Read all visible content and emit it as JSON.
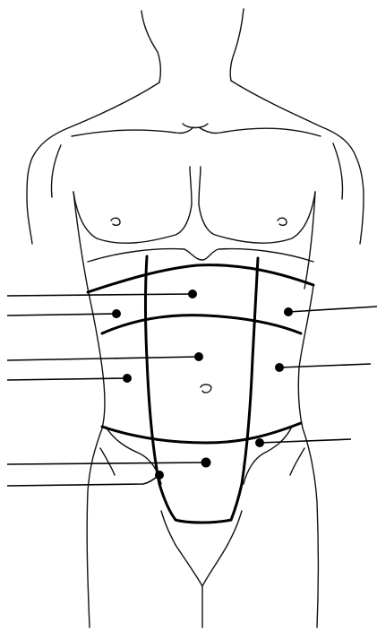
{
  "figure": {
    "description_visible_text": "",
    "pointers": [
      {
        "id": "epigastric",
        "side": "left"
      },
      {
        "id": "left-hypochondriac",
        "side": "left"
      },
      {
        "id": "right-hypochondriac",
        "side": "right"
      },
      {
        "id": "umbilical",
        "side": "left"
      },
      {
        "id": "left-lumbar",
        "side": "left"
      },
      {
        "id": "right-lumbar",
        "side": "right"
      },
      {
        "id": "hypogastric",
        "side": "left"
      },
      {
        "id": "left-iliac",
        "side": "left"
      },
      {
        "id": "right-iliac",
        "side": "right"
      }
    ]
  },
  "colors": {
    "line": "#000000",
    "background": "#ffffff"
  }
}
